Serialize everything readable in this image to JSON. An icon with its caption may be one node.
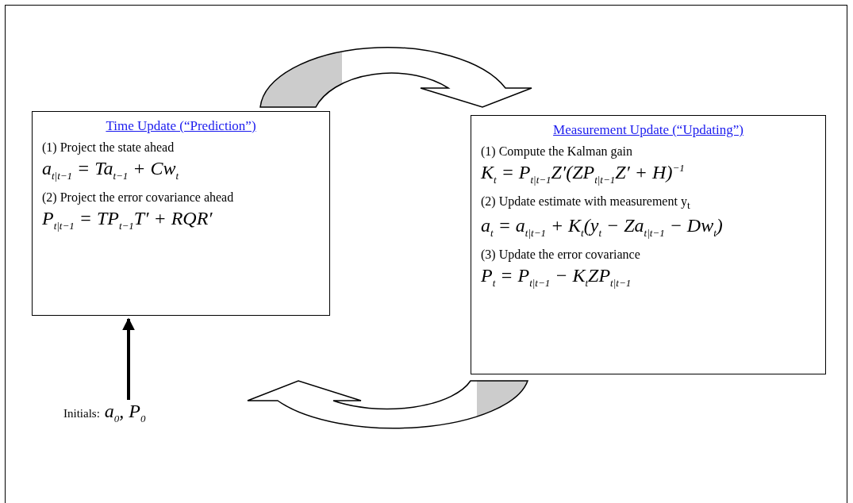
{
  "diagram": {
    "nodes": [
      {
        "text": [
          "Time Update (“Prediction”)",
          "(1) Project the state ahead",
          "a$_{t|t−1}$ = Ta$_{t−1}$ + Cw$_{t}$",
          "(2) Project the error covariance ahead",
          "P$_{t|t−1}$ = TP$_{t−1}$T′ + RQR′"
        ]
      },
      {
        "text": [
          "Measurement Update (“Updating”)",
          "(1) Compute the Kalman gain",
          "K$_{t}$ = P$_{t|t−1}$Z′(ZP$_{t|t−1}$Z′ + H)$^{−1}$",
          "(2) Update estimate with measurement y$_{t}$",
          "a$_{t}$ = a$_{t|t−1}$ + K$_{t}$(y$_{t}$ − Za$_{t|t−1}$ − Dw$_{t}$)",
          "(3) Update the error covariance",
          "P$_{t}$ = P$_{t|t−1}$ − K$_{t}$ZP$_{t|t−1}$"
        ]
      },
      {
        "text": [
          "Initials:",
          "a$_{0}$, P$_{0}$"
        ]
      }
    ],
    "edges": [
      {
        "from": 0,
        "to": 1,
        "arrow": "to"
      },
      {
        "from": 1,
        "to": 0,
        "arrow": "to"
      },
      {
        "from": 2,
        "to": 0,
        "arrow": "to"
      }
    ]
  }
}
